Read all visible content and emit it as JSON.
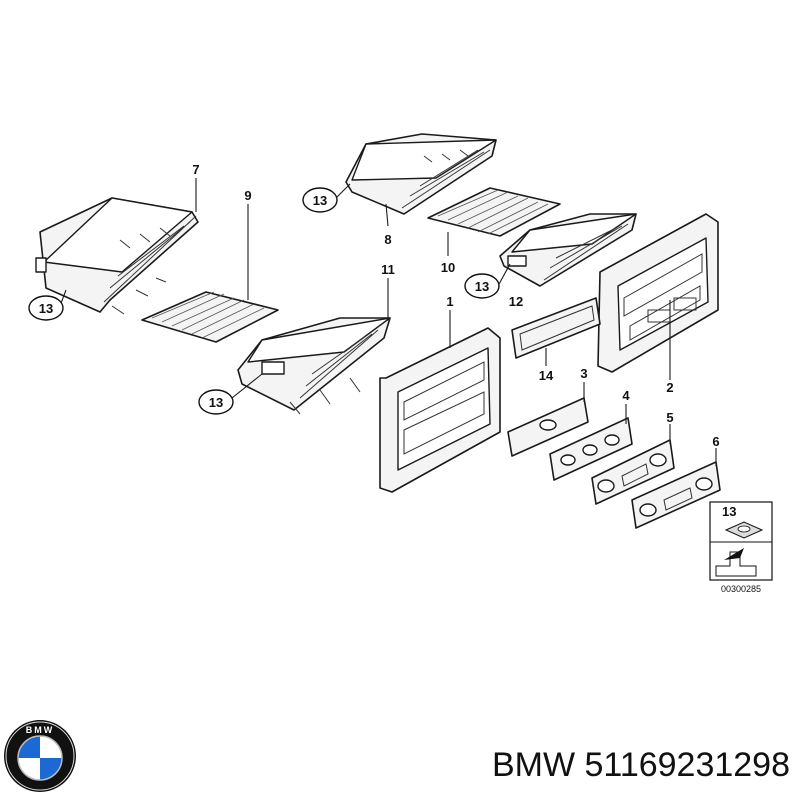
{
  "labels": {
    "l1": "1",
    "l2": "2",
    "l3": "3",
    "l4": "4",
    "l5": "5",
    "l6": "6",
    "l7": "7",
    "l8": "8",
    "l9": "9",
    "l10": "10",
    "l11": "11",
    "l12": "12",
    "l14": "14",
    "b13_left": "13",
    "b13_mid": "13",
    "b13_top": "13",
    "b13_right": "13",
    "inset13": "13"
  },
  "reference": "00300285",
  "caption": "BMW 51169231298",
  "colors": {
    "line": "#1a1a1a",
    "part_fill": "#f4f4f4",
    "bmw_blue": "#1c69d4"
  },
  "logo": {
    "icon": "bmw-roundel-icon",
    "ring_text": "BMW"
  }
}
